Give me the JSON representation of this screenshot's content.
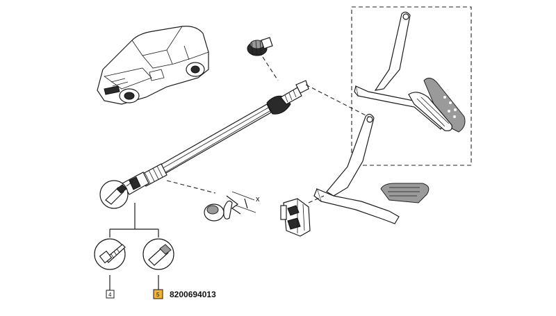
{
  "diagram": {
    "callout_a": "4",
    "callout_b": "5",
    "part_number": "8200694013",
    "dimension_label": "x",
    "highlight_color": "#f2b233"
  }
}
